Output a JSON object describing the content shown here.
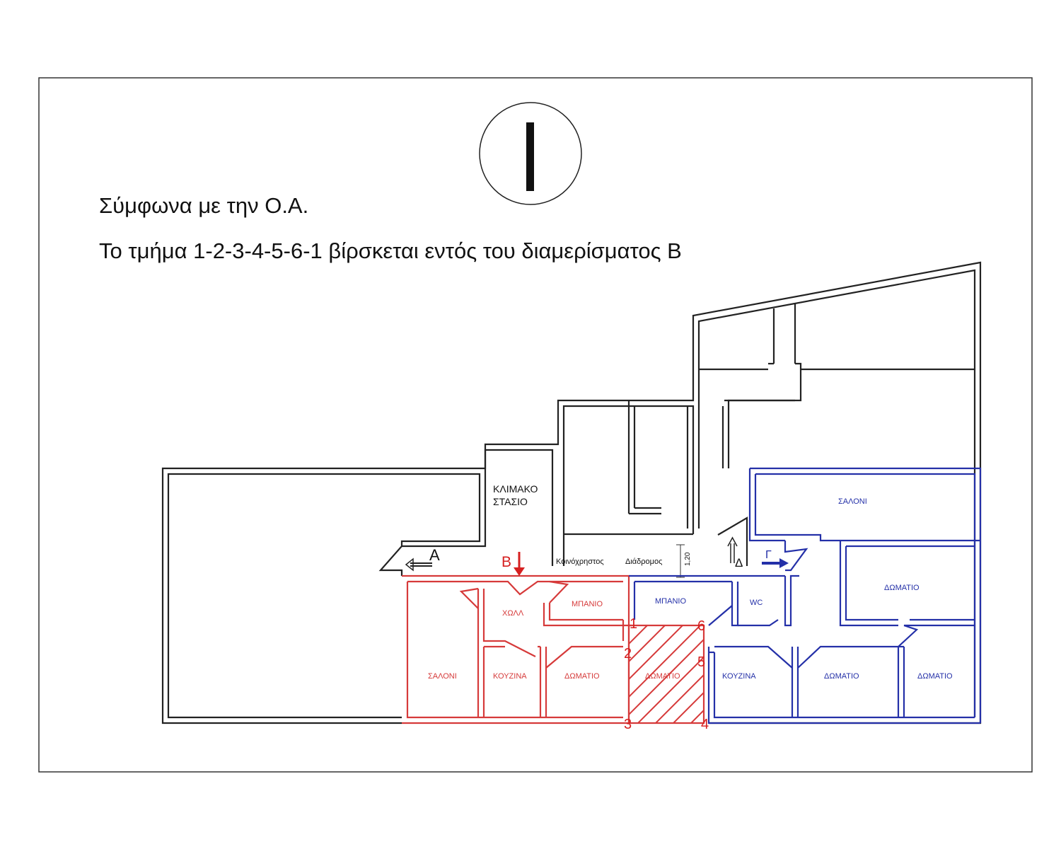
{
  "heading": {
    "line1": "Σύμφωνα με την Ο.Α.",
    "line2": "Το τμήμα 1-2-3-4-5-6-1 βίρσκεται εντός του διαμερίσματος Β"
  },
  "north_symbol": {
    "letter": "I"
  },
  "labels": {
    "stair_line1": "ΚΛΙΜΑΚΟ",
    "stair_line2": "ΣΤΑΣΙΟ",
    "corridor_word1": "Κοινόχρηστος",
    "corridor_word2": "Διάδρομος",
    "corridor_width": "1,20",
    "entrance_a": "Α",
    "entrance_b": "Β",
    "entrance_c": "Γ",
    "entrance_d": "Δ"
  },
  "rooms_red": {
    "hall": "ΧΩΛΛ",
    "bath": "ΜΠΑΝΙΟ",
    "living": "ΣΑΛΟΝΙ",
    "kitchen": "ΚΟΥΖΙΝΑ",
    "bedroom": "ΔΩΜΑΤΙΟ",
    "disputed_room": "ΔΩΜΑΤΙΟ"
  },
  "rooms_blue": {
    "living": "ΣΑΛΟΝΙ",
    "bedroom_upper": "ΔΩΜΑΤΙΟ",
    "bath": "ΜΠΑΝΙΟ",
    "wc": "WC",
    "kitchen": "ΚΟΥΖΙΝΑ",
    "bedroom_mid": "ΔΩΜΑΤΙΟ",
    "bedroom_right": "ΔΩΜΑΤΙΟ"
  },
  "points": [
    "1",
    "2",
    "3",
    "4",
    "5",
    "6"
  ],
  "colors": {
    "apartment_a": "#d63a3a",
    "apartment_b": "#2430a8",
    "walls": "#222222"
  }
}
